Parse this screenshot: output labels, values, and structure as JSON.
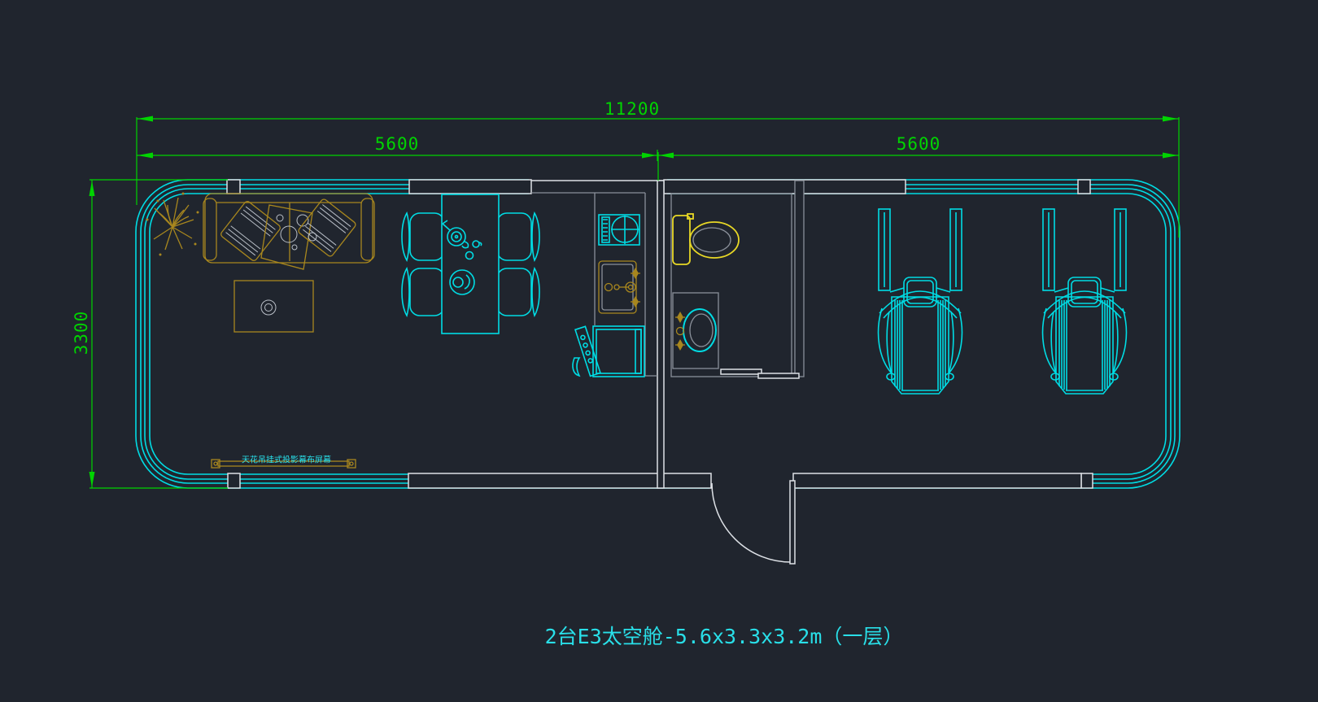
{
  "colors": {
    "bg": "#20252e",
    "wall-cyan": "#00dce4",
    "dim-green": "#00d400",
    "gold": "#a8871e",
    "yellow": "#e8d826",
    "gray-line": "#8a909a",
    "white-line": "#dde1e6",
    "pillow-gray": "#b9bfc7",
    "text-cyan": "#29dfe8"
  },
  "drawing": {
    "title": "2台E3太空舱-5.6x3.3x3.2m（一层）",
    "dimensions": {
      "overall_width": "11200",
      "left_bay": "5600",
      "right_bay": "5600",
      "depth": "3300"
    },
    "labels": {
      "projection_screen": "天花吊挂式投影幕布屏幕"
    },
    "entities": [
      "potted-plant",
      "three-seat-sofa",
      "throw-pillows",
      "throw-blanket",
      "coffee-table",
      "projector-screen",
      "dining-table",
      "dining-chairs",
      "tea-set",
      "gas-stove",
      "kitchen-sink",
      "mini-fridge",
      "toilet",
      "wash-basin",
      "sliding-door",
      "entry-door",
      "treadmill",
      "treadmill",
      "window",
      "window"
    ]
  }
}
